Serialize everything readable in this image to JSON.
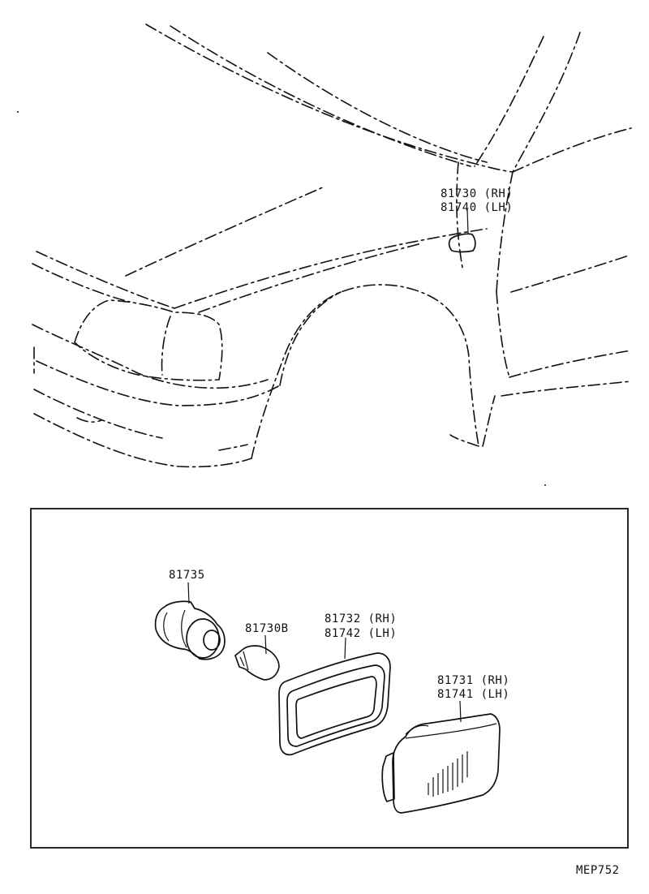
{
  "parts": {
    "side_marker_assy": {
      "rh": "81730 (RH)",
      "lh": "81740 (LH)"
    },
    "socket": {
      "number": "81735"
    },
    "bulb": {
      "number": "81730B"
    },
    "gasket": {
      "rh": "81732 (RH)",
      "lh": "81742 (LH)"
    },
    "lens": {
      "rh": "81731 (RH)",
      "lh": "81741 (LH)"
    }
  },
  "diagram_code": "MEP752"
}
